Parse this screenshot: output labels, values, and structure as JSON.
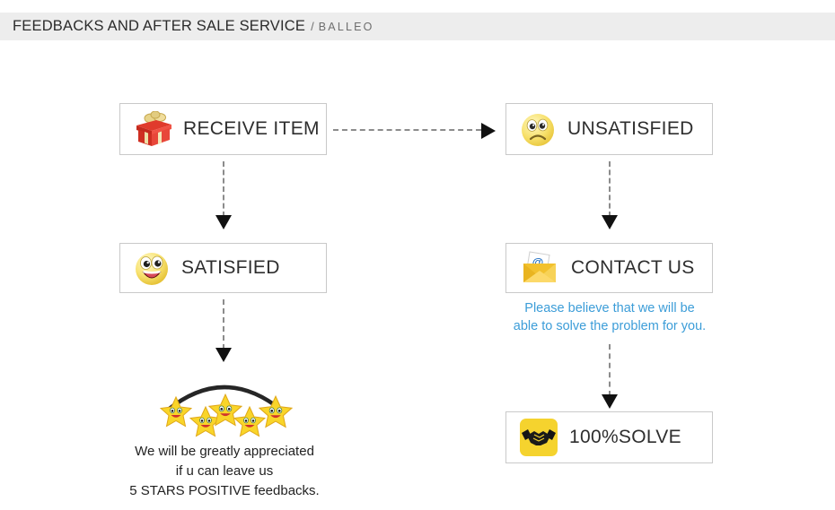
{
  "header": {
    "title": "FEEDBACKS AND AFTER SALE SERVICE",
    "separator": "/",
    "brand": "BALLEO",
    "bar_color": "#ededed"
  },
  "nodes": [
    {
      "id": "receive",
      "label": "RECEIVE ITEM",
      "icon": "gift-box-icon"
    },
    {
      "id": "unsatisfied",
      "label": "UNSATISFIED",
      "icon": "sad-face-icon"
    },
    {
      "id": "satisfied",
      "label": "SATISFIED",
      "icon": "happy-face-icon"
    },
    {
      "id": "contact",
      "label": "CONTACT US",
      "icon": "email-envelope-icon"
    },
    {
      "id": "solve",
      "label": "100%SOLVE",
      "icon": "handshake-icon"
    }
  ],
  "contact_note": {
    "line1": "Please believe that we will be",
    "line2": "able to solve the problem for you.",
    "color": "#3c9dd8"
  },
  "rating": {
    "star_count": 5,
    "star_icon": "smiling-star-icon"
  },
  "footer_note": {
    "line1": "We will be greatly appreciated",
    "line2": "if u can leave us",
    "line3": "5 STARS POSITIVE feedbacks."
  },
  "connectors": [
    {
      "id": "receive-to-unsatisfied",
      "direction": "right"
    },
    {
      "id": "receive-to-satisfied",
      "direction": "down"
    },
    {
      "id": "unsatisfied-to-contact",
      "direction": "down"
    },
    {
      "id": "satisfied-to-stars",
      "direction": "down"
    },
    {
      "id": "contact-to-solve",
      "direction": "down"
    }
  ]
}
